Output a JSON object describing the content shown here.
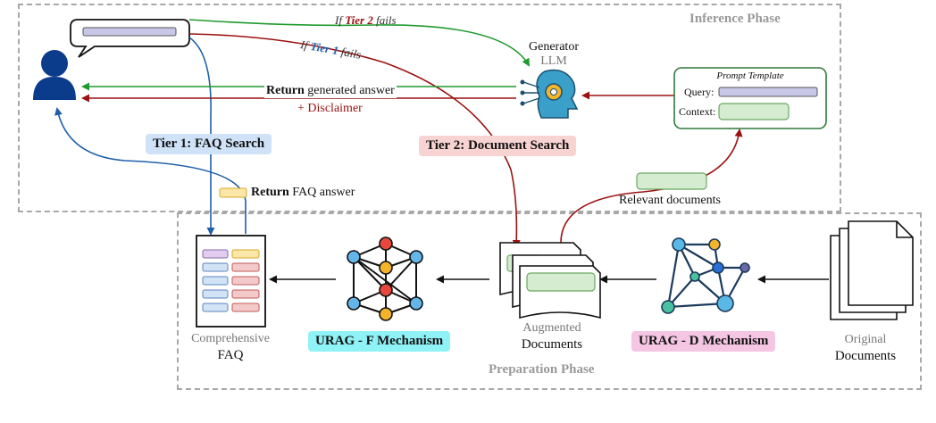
{
  "phases": {
    "inference": "Inference Phase",
    "preparation": "Preparation Phase"
  },
  "tiers": {
    "tier1": "Tier 1: FAQ Search",
    "tier2": "Tier 2: Document Search"
  },
  "conditions": {
    "if_tier2_prefix": "If ",
    "if_tier2_bold": "Tier 2",
    "if_tier2_suffix": " fails",
    "if_tier1_prefix": "If ",
    "if_tier1_bold": "Tier 1",
    "if_tier1_suffix": " fails"
  },
  "generator": {
    "title": "Generator",
    "subtitle": "LLM"
  },
  "return_generated": {
    "bold": "Return",
    "rest": " generated answer",
    "disclaimer": "+ Disclaimer"
  },
  "return_faq": {
    "bold": "Return",
    "rest": " FAQ answer"
  },
  "prompt_template": {
    "title": "Prompt Template",
    "query_label": "Query:",
    "context_label": "Context:"
  },
  "relevant_documents": "Relevant documents",
  "mechanisms": {
    "f": "URAG - F Mechanism",
    "d": "URAG - D Mechanism"
  },
  "nodes": {
    "faq_line1": "Comprehensive",
    "faq_line2": "FAQ",
    "aug_line1": "Augmented",
    "aug_line2": "Documents",
    "orig_line1": "Original",
    "orig_line2": "Documents"
  },
  "colors": {
    "green_arrow": "#1f9a2e",
    "red_arrow": "#9b1111",
    "blue_arrow": "#1f5fa8",
    "tier1_bg": "#cfe2f7",
    "tier2_bg": "#f7d3d1",
    "urag_f_bg": "#8ff2f7",
    "urag_d_bg": "#f4c6e3",
    "dashed_border": "#a8a8a8",
    "user_blue": "#0b3c8c"
  }
}
